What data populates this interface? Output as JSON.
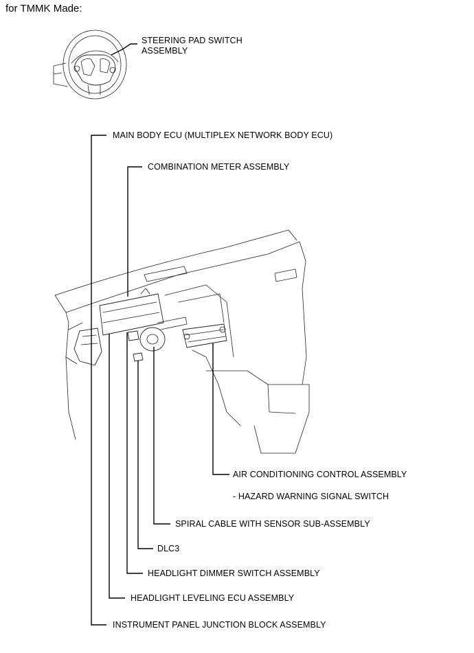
{
  "heading": "for TMMK Made:",
  "labels": {
    "steering_pad_line1": "STEERING PAD SWITCH",
    "steering_pad_line2": "ASSEMBLY",
    "main_body_ecu": "MAIN BODY ECU (MULTIPLEX NETWORK BODY ECU)",
    "combination_meter": "COMBINATION METER ASSEMBLY",
    "air_conditioning": "AIR CONDITIONING CONTROL ASSEMBLY",
    "hazard_switch": "- HAZARD WARNING SIGNAL SWITCH",
    "spiral_cable": "SPIRAL CABLE WITH SENSOR SUB-ASSEMBLY",
    "dlc3": "DLC3",
    "headlight_dimmer": "HEADLIGHT DIMMER SWITCH ASSEMBLY",
    "headlight_leveling": "HEADLIGHT LEVELING ECU ASSEMBLY",
    "junction_block": "INSTRUMENT PANEL JUNCTION BLOCK ASSEMBLY"
  }
}
